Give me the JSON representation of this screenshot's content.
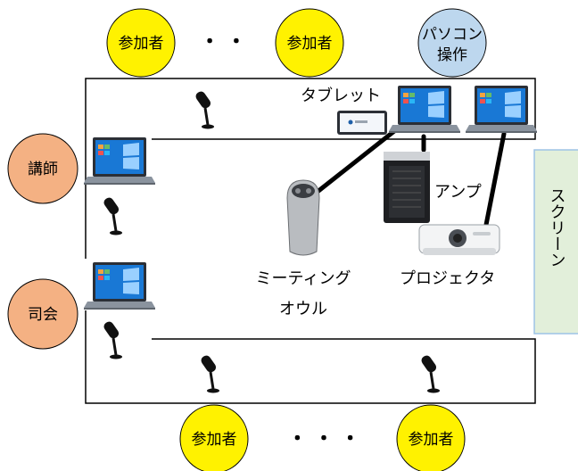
{
  "participants": {
    "top_left": "参加者",
    "top_right": "参加者",
    "bottom_left": "参加者",
    "bottom_right": "参加者",
    "top_dots": "・ ・",
    "bottom_dots": "・ ・ ・"
  },
  "pc_operator": {
    "line1": "パソコン",
    "line2": "操作"
  },
  "roles": {
    "lecturer": "講師",
    "moderator": "司会"
  },
  "devices": {
    "tablet": "タブレット",
    "amp": "アンプ",
    "projector": "プロジェクタ",
    "meeting_owl_line1": "ミーティング",
    "meeting_owl_line2": "オウル"
  },
  "screen": {
    "label": "スクリーン"
  },
  "colors": {
    "participant": "#FFF200",
    "pc_operator": "#BDD7EE",
    "role": "#F4B183",
    "screen_fill": "#E2EFDA",
    "screen_stroke": "#9DC3E6"
  }
}
